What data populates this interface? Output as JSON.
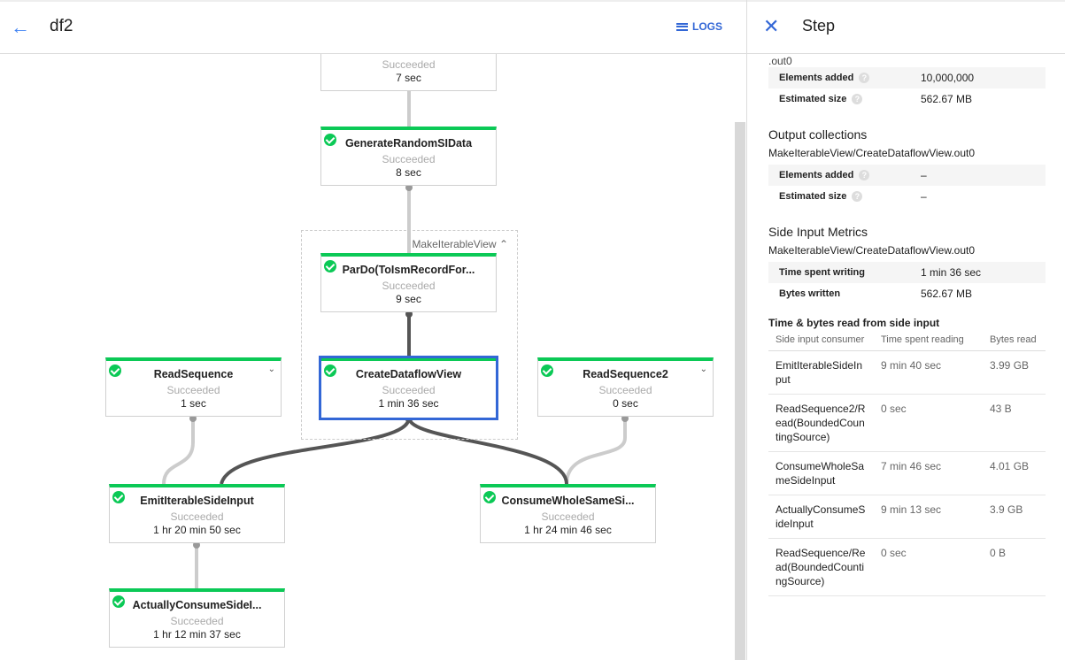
{
  "header": {
    "title": "df2",
    "logs_label": "LOGS"
  },
  "graph": {
    "group_label": "MakeIterableView",
    "nodes": {
      "top": {
        "name": "",
        "status": "Succeeded",
        "duration": "7 sec"
      },
      "generate": {
        "name": "GenerateRandomSIData",
        "status": "Succeeded",
        "duration": "8 sec"
      },
      "pardo": {
        "name": "ParDo(ToIsmRecordFor...",
        "status": "Succeeded",
        "duration": "9 sec"
      },
      "create": {
        "name": "CreateDataflowView",
        "status": "Succeeded",
        "duration": "1 min 36 sec"
      },
      "read1": {
        "name": "ReadSequence",
        "status": "Succeeded",
        "duration": "1 sec"
      },
      "read2": {
        "name": "ReadSequence2",
        "status": "Succeeded",
        "duration": "0 sec"
      },
      "emit": {
        "name": "EmitIterableSideInput",
        "status": "Succeeded",
        "duration": "1 hr 20 min 50 sec"
      },
      "consume": {
        "name": "ConsumeWholeSameSi...",
        "status": "Succeeded",
        "duration": "1 hr 24 min 46 sec"
      },
      "actually": {
        "name": "ActuallyConsumeSideI...",
        "status": "Succeeded",
        "duration": "1 hr 12 min 37 sec"
      }
    },
    "colors": {
      "success": "#0bc956",
      "selected": "#3367d6"
    }
  },
  "panel": {
    "title": "Step",
    "input_tail": ".out0",
    "input_metrics": [
      {
        "label": "Elements added",
        "value": "10,000,000"
      },
      {
        "label": "Estimated size",
        "value": "562.67 MB"
      }
    ],
    "output_title": "Output collections",
    "output_collection": "MakeIterableView/CreateDataflowView.out0",
    "output_metrics": [
      {
        "label": "Elements added",
        "value": "–"
      },
      {
        "label": "Estimated size",
        "value": "–"
      }
    ],
    "side_title": "Side Input Metrics",
    "side_collection": "MakeIterableView/CreateDataflowView.out0",
    "side_metrics": [
      {
        "label": "Time spent writing",
        "value": "1 min 36 sec"
      },
      {
        "label": "Bytes written",
        "value": "562.67 MB"
      }
    ],
    "read_title": "Time & bytes read from side input",
    "read_headers": [
      "Side input consumer",
      "Time spent reading",
      "Bytes read"
    ],
    "read_rows": [
      [
        "EmitIterableSideInput",
        "9 min 40 sec",
        "3.99 GB"
      ],
      [
        "ReadSequence2/Read(BoundedCountingSource)",
        "0 sec",
        "43 B"
      ],
      [
        "ConsumeWholeSameSideInput",
        "7 min 46 sec",
        "4.01 GB"
      ],
      [
        "ActuallyConsumeSideInput",
        "9 min 13 sec",
        "3.9 GB"
      ],
      [
        "ReadSequence/Read(BoundedCountingSource)",
        "0 sec",
        "0 B"
      ]
    ]
  }
}
